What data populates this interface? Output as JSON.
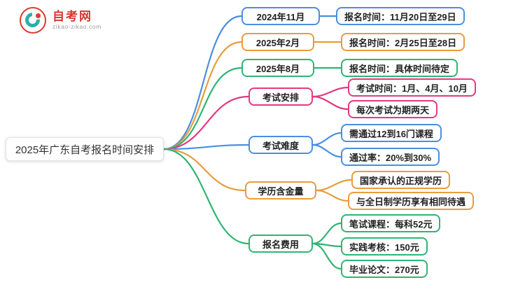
{
  "logo": {
    "title": "自考网",
    "subtitle": "zikao-zikao.com"
  },
  "root": {
    "label": "2025年广东自考报名时间安排"
  },
  "palette": {
    "blue": "#4a8fe0",
    "orange": "#e89c3e",
    "green": "#2fb573",
    "pink": "#e5397f",
    "brand_red": "#d9342b",
    "brand_teal": "#2ab0ac"
  },
  "branches": [
    {
      "label": "2024年11月",
      "color": "blue",
      "children": [
        {
          "label": "报名时间：11月20日至29日"
        }
      ]
    },
    {
      "label": "2025年2月",
      "color": "orange",
      "children": [
        {
          "label": "报名时间：2月25日至28日"
        }
      ]
    },
    {
      "label": "2025年8月",
      "color": "green",
      "children": [
        {
          "label": "报名时间：具体时间待定"
        }
      ]
    },
    {
      "label": "考试安排",
      "color": "pink",
      "children": [
        {
          "label": "考试时间：1月、4月、10月"
        },
        {
          "label": "每次考试为期两天"
        }
      ]
    },
    {
      "label": "考试难度",
      "color": "blue",
      "children": [
        {
          "label": "需通过12到16门课程"
        },
        {
          "label": "通过率：20%到30%"
        }
      ]
    },
    {
      "label": "学历含金量",
      "color": "orange",
      "children": [
        {
          "label": "国家承认的正规学历"
        },
        {
          "label": "与全日制学历享有相同待遇"
        }
      ]
    },
    {
      "label": "报名费用",
      "color": "green",
      "children": [
        {
          "label": "笔试课程：每科52元"
        },
        {
          "label": "实践考核：150元"
        },
        {
          "label": "毕业论文：270元"
        }
      ]
    }
  ]
}
